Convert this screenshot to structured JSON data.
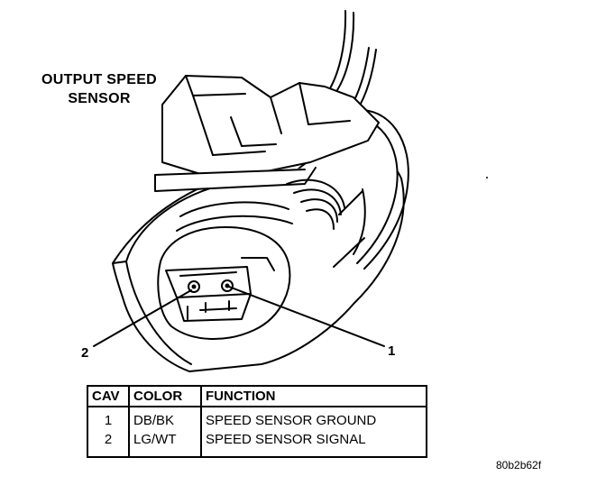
{
  "title": {
    "line1": "OUTPUT SPEED",
    "line2": "SENSOR"
  },
  "callouts": {
    "pin1": "1",
    "pin2": "2"
  },
  "table": {
    "headers": {
      "cav": "CAV",
      "color": "COLOR",
      "function": "FUNCTION"
    },
    "rows": [
      {
        "cav": "1",
        "color": "DB/BK",
        "function": "SPEED SENSOR GROUND"
      },
      {
        "cav": "2",
        "color": "LG/WT",
        "function": "SPEED SENSOR SIGNAL"
      }
    ]
  },
  "figure_id": "80b2b62f"
}
